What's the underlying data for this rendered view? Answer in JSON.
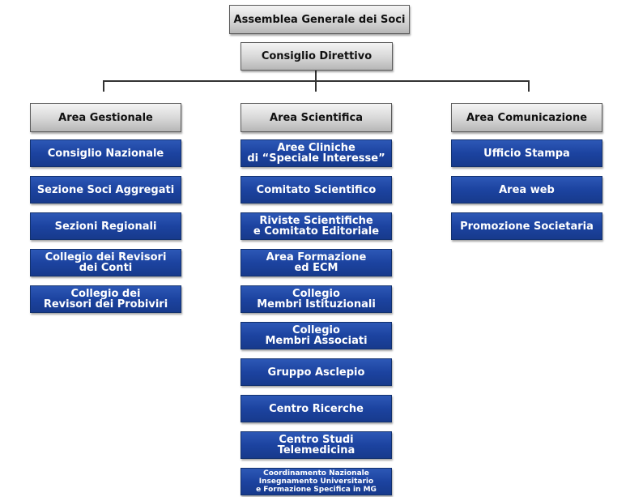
{
  "root": {
    "label": "Assemblea Generale dei Soci"
  },
  "board": {
    "label": "Consiglio Direttivo"
  },
  "areas": [
    {
      "title": "Area Gestionale",
      "items": [
        "Consiglio Nazionale",
        "Sezione Soci Aggregati",
        "Sezioni Regionali",
        "Collegio dei Revisori\ndei Conti",
        "Collegio dei\nRevisori dei Probiviri"
      ]
    },
    {
      "title": "Area Scientifica",
      "items": [
        "Aree Cliniche\ndi “Speciale Interesse”",
        "Comitato Scientifico",
        "Riviste Scientifiche\ne Comitato Editoriale",
        "Area Formazione\ned ECM",
        "Collegio\nMembri Istituzionali",
        "Collegio\nMembri Associati",
        "Gruppo Asclepio",
        "Centro Ricerche",
        "Centro Studi\nTelemedicina",
        "Coordinamento Nazionale\nInsegnamento Universitario\ne Formazione Specifica in MG"
      ]
    },
    {
      "title": "Area Comunicazione",
      "items": [
        "Ufficio Stampa",
        "Area web",
        "Promozione Societaria"
      ]
    }
  ]
}
